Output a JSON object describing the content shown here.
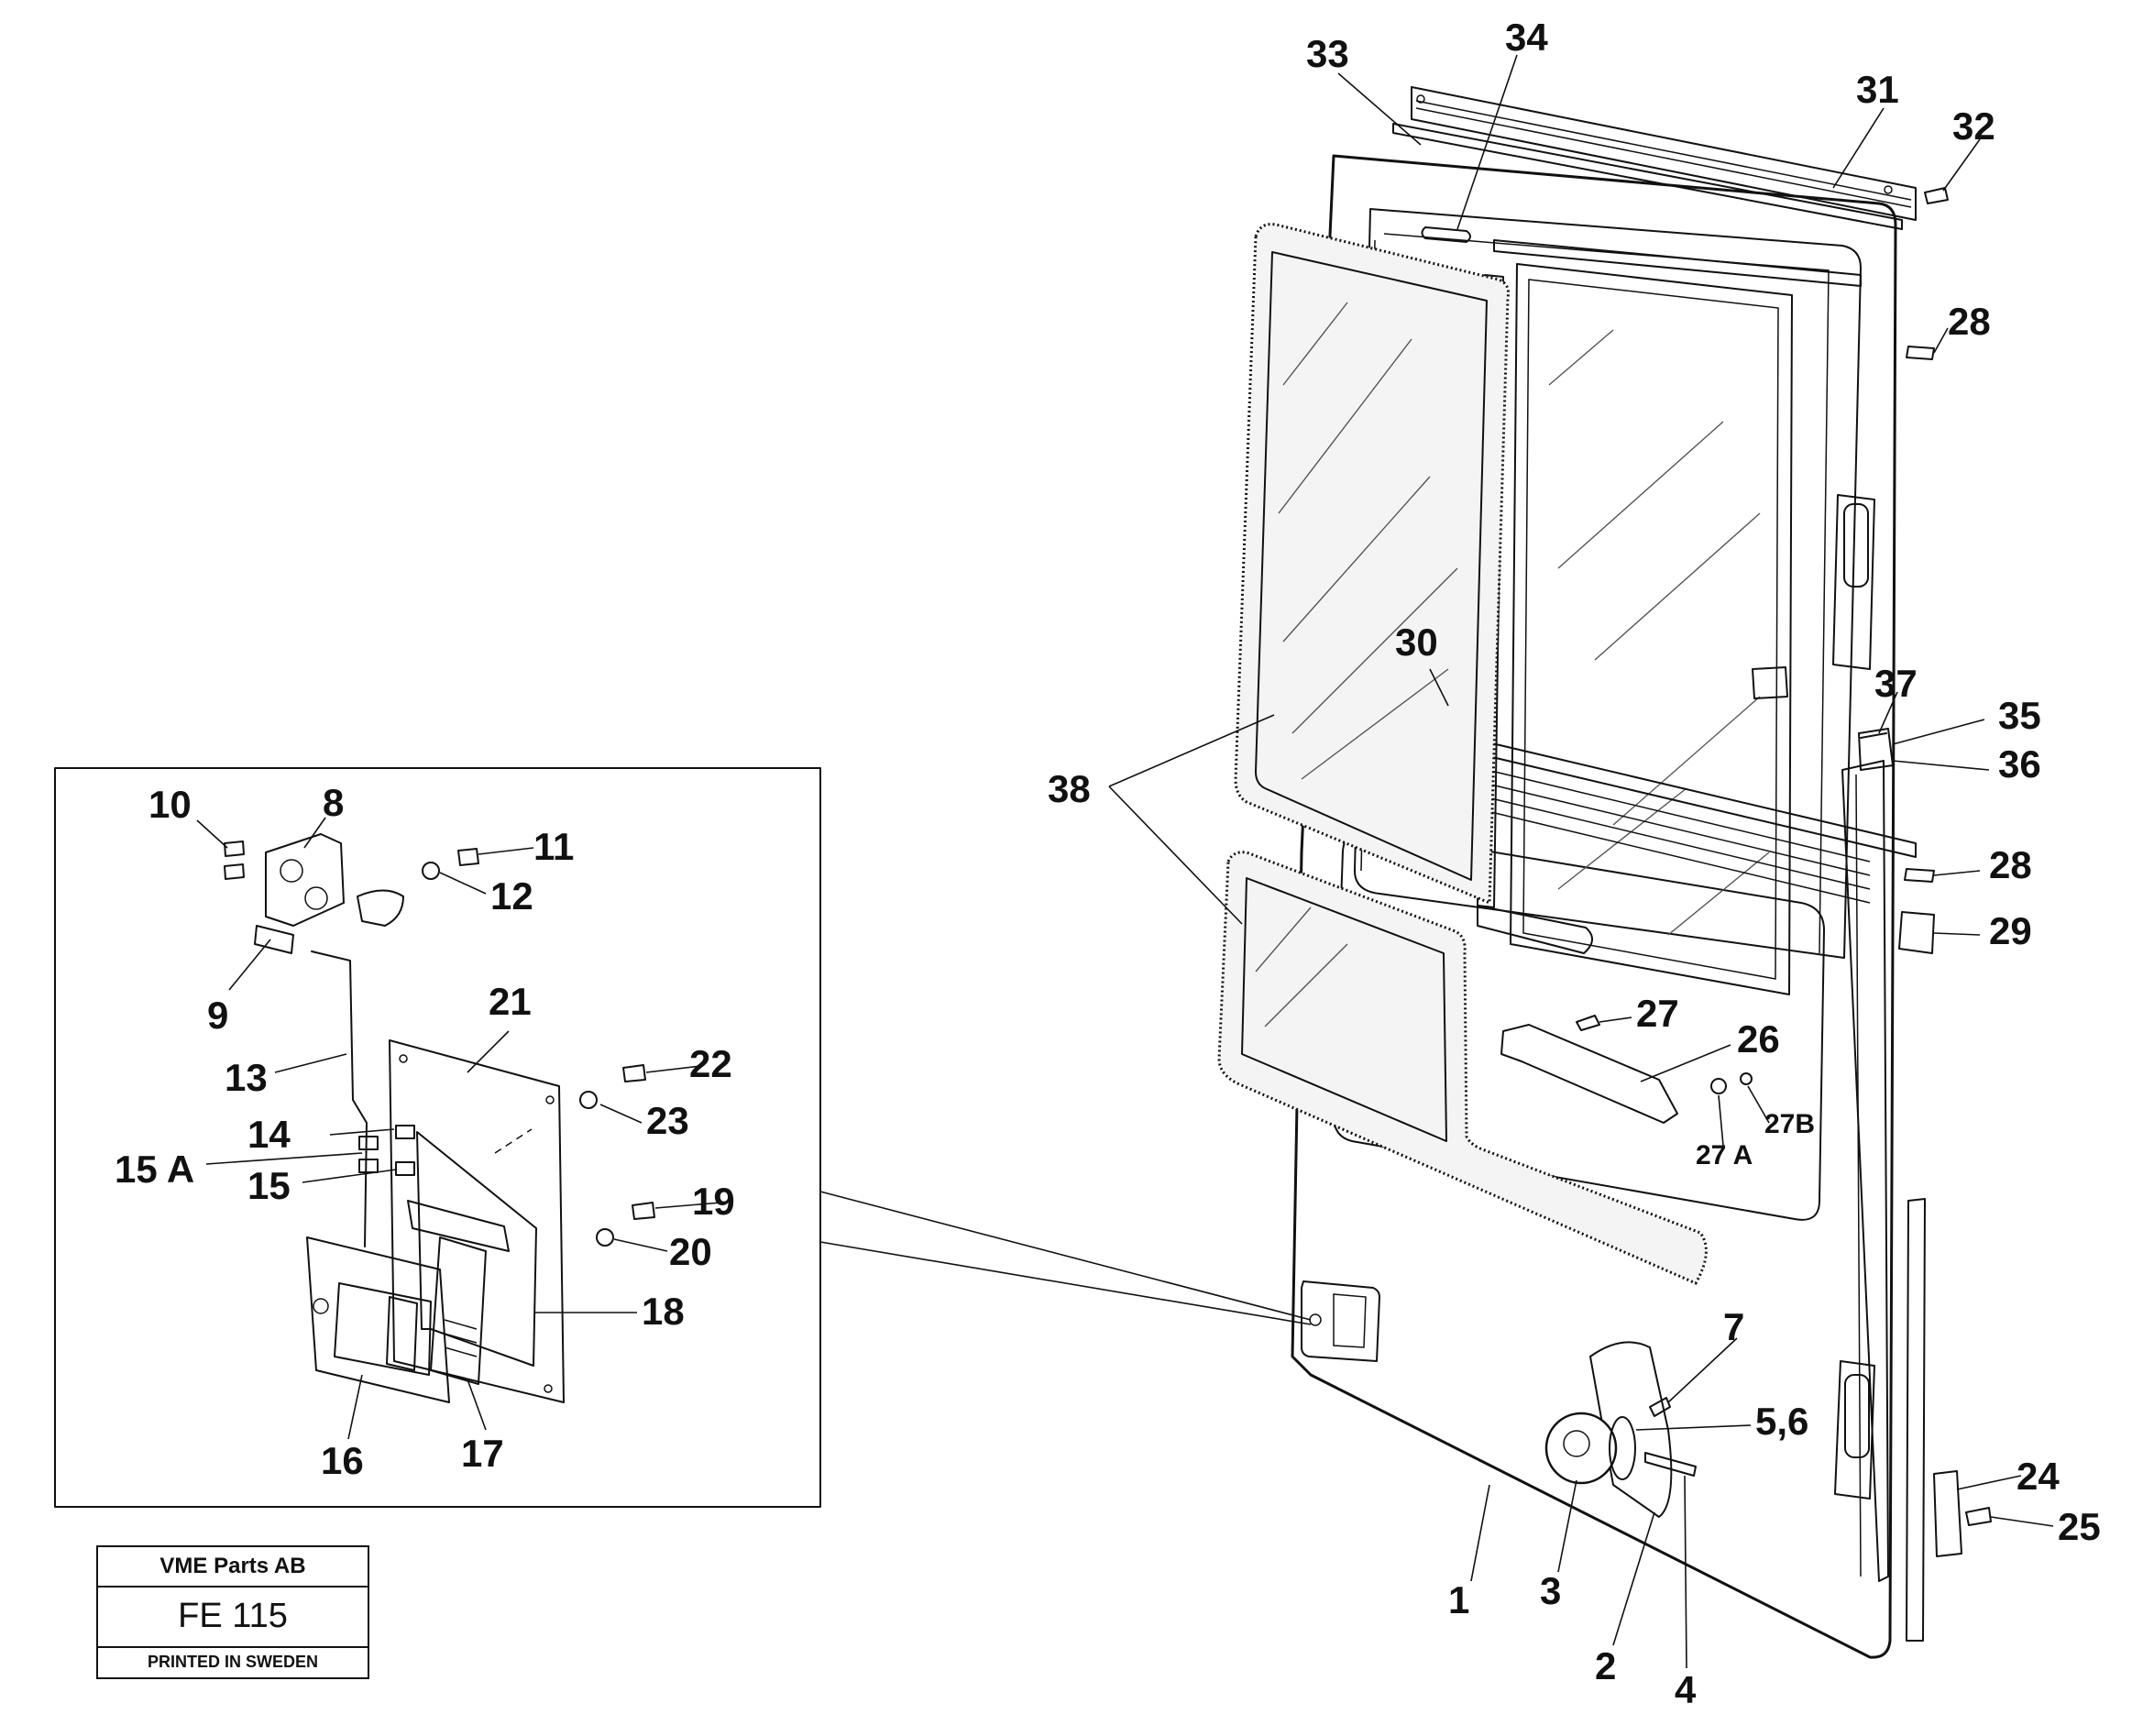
{
  "title_block": {
    "company": "VME Parts AB",
    "drawing_number": "FE 115",
    "printed_note": "PRINTED IN SWEDEN"
  },
  "callouts": {
    "c1": "1",
    "c2": "2",
    "c3": "3",
    "c4": "4",
    "c5_6": "5,6",
    "c7": "7",
    "c8": "8",
    "c9": "9",
    "c10": "10",
    "c11": "11",
    "c12": "12",
    "c13": "13",
    "c14": "14",
    "c15a": "15 A",
    "c15": "15",
    "c16": "16",
    "c17": "17",
    "c18": "18",
    "c19": "19",
    "c20": "20",
    "c21": "21",
    "c22": "22",
    "c23": "23",
    "c24": "24",
    "c25": "25",
    "c26": "26",
    "c27": "27",
    "c27a": "27 A",
    "c27b": "27B",
    "c28_top": "28",
    "c28_mid": "28",
    "c29": "29",
    "c30": "30",
    "c31": "31",
    "c32": "32",
    "c33": "33",
    "c34": "34",
    "c35": "35",
    "c36": "36",
    "c37": "37",
    "c38": "38"
  }
}
